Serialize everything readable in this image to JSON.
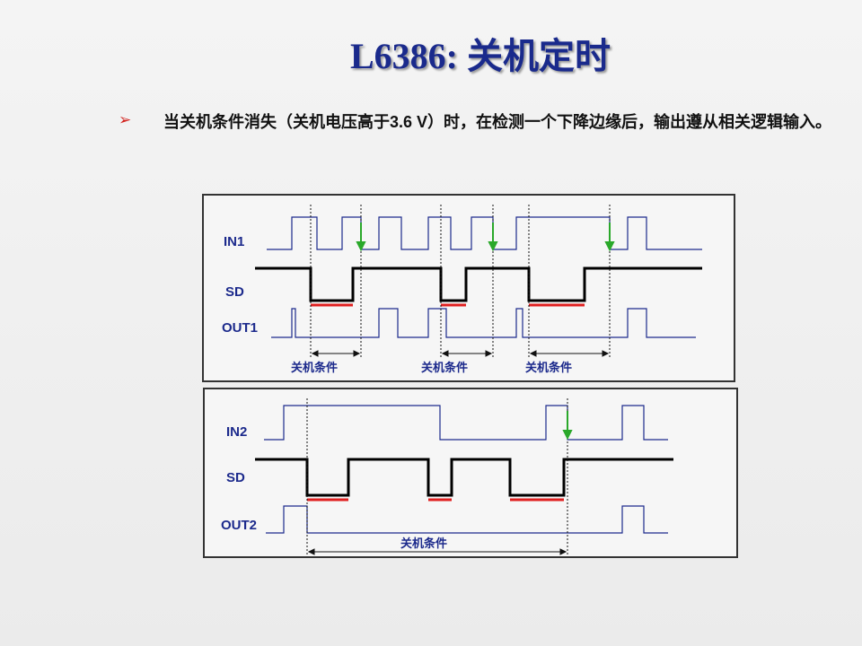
{
  "slide": {
    "title": "L6386: 关机定时",
    "bullet_marker": "➢",
    "bullet_text": "当关机条件消失（关机电压高于3.6 V）时，在检测一个下降边缘后，输出遵从相关逻辑输入。"
  },
  "diagram1": {
    "labels": {
      "in": "IN1",
      "sd": "SD",
      "out": "OUT1"
    },
    "condition_label": "关机条件",
    "condition_labels": [
      "关机条件",
      "关机条件",
      "关机条件"
    ]
  },
  "diagram2": {
    "labels": {
      "in": "IN2",
      "sd": "SD",
      "out": "OUT2"
    },
    "condition_label": "关机条件"
  },
  "colors": {
    "title": "#1a2a8c",
    "signal_line": "#1c2a8c",
    "sd_line": "#000000",
    "shutdown_mark": "#e02020",
    "edge_arrow": "#2aa82a",
    "bullet": "#d2201c"
  }
}
